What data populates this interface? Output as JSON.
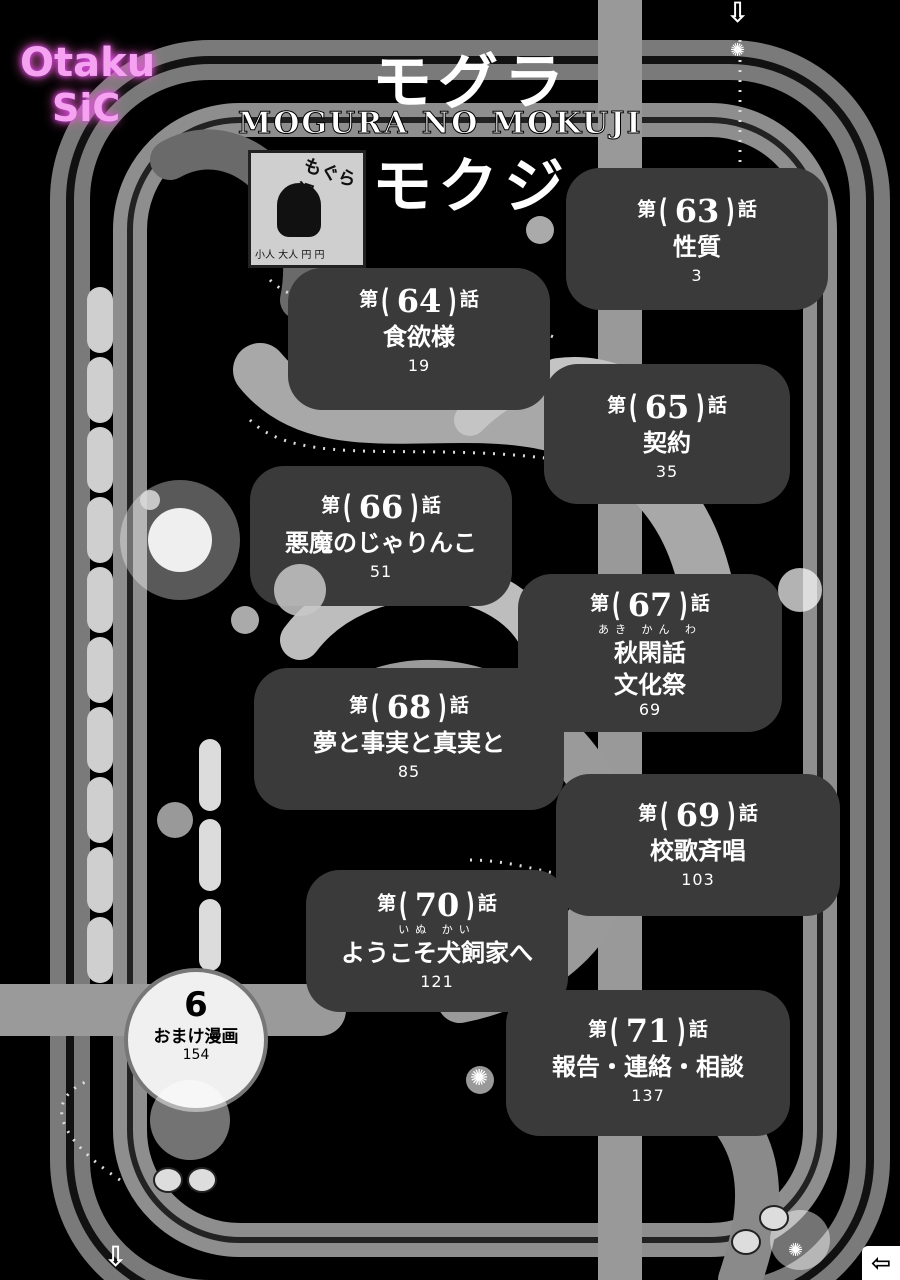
{
  "logo": {
    "line1": "Otaku",
    "line2": "SiC",
    "color": "#f5a3f0",
    "glow": "#e040fb"
  },
  "title": {
    "kana_top": "モグラ",
    "romaji": "MOGURA NO MOKUJI",
    "kana_bottom": "モクジ"
  },
  "sign": {
    "text": "もぐら湯",
    "prices": "小人 大人 円 円",
    "icon": "mole-icon"
  },
  "chapters": [
    {
      "label_pre": "第",
      "num": "63",
      "label_post": "話",
      "title": "性質",
      "page": "3"
    },
    {
      "label_pre": "第",
      "num": "64",
      "label_post": "話",
      "title": "食欲様",
      "page": "19"
    },
    {
      "label_pre": "第",
      "num": "65",
      "label_post": "話",
      "title": "契約",
      "page": "35"
    },
    {
      "label_pre": "第",
      "num": "66",
      "label_post": "話",
      "title": "悪魔のじゃりんこ",
      "page": "51"
    },
    {
      "label_pre": "第",
      "num": "67",
      "label_post": "話",
      "ruby": "あき かん わ",
      "title": "秋閑話",
      "title2": "文化祭",
      "page": "69"
    },
    {
      "label_pre": "第",
      "num": "68",
      "label_post": "話",
      "title": "夢と事実と真実と",
      "page": "85"
    },
    {
      "label_pre": "第",
      "num": "69",
      "label_post": "話",
      "title": "校歌斉唱",
      "page": "103"
    },
    {
      "label_pre": "第",
      "num": "70",
      "label_post": "話",
      "ruby": "いぬ かい",
      "title": "ようこそ犬飼家へ",
      "page": "121"
    },
    {
      "label_pre": "第",
      "num": "71",
      "label_post": "話",
      "title": "報告・連絡・相談",
      "page": "137"
    }
  ],
  "omake": {
    "icon_char": "6",
    "title": "おまけ漫画",
    "page": "154"
  },
  "icons": {
    "down_arrow": "arrow-down-icon",
    "next": "arrow-left-icon",
    "sparkle": "sparkle-icon",
    "paws": "mole-paw-icon"
  },
  "nav": {
    "next_symbol": "⇦",
    "down_symbol": "⇩",
    "sparkle_symbol": "✺"
  }
}
